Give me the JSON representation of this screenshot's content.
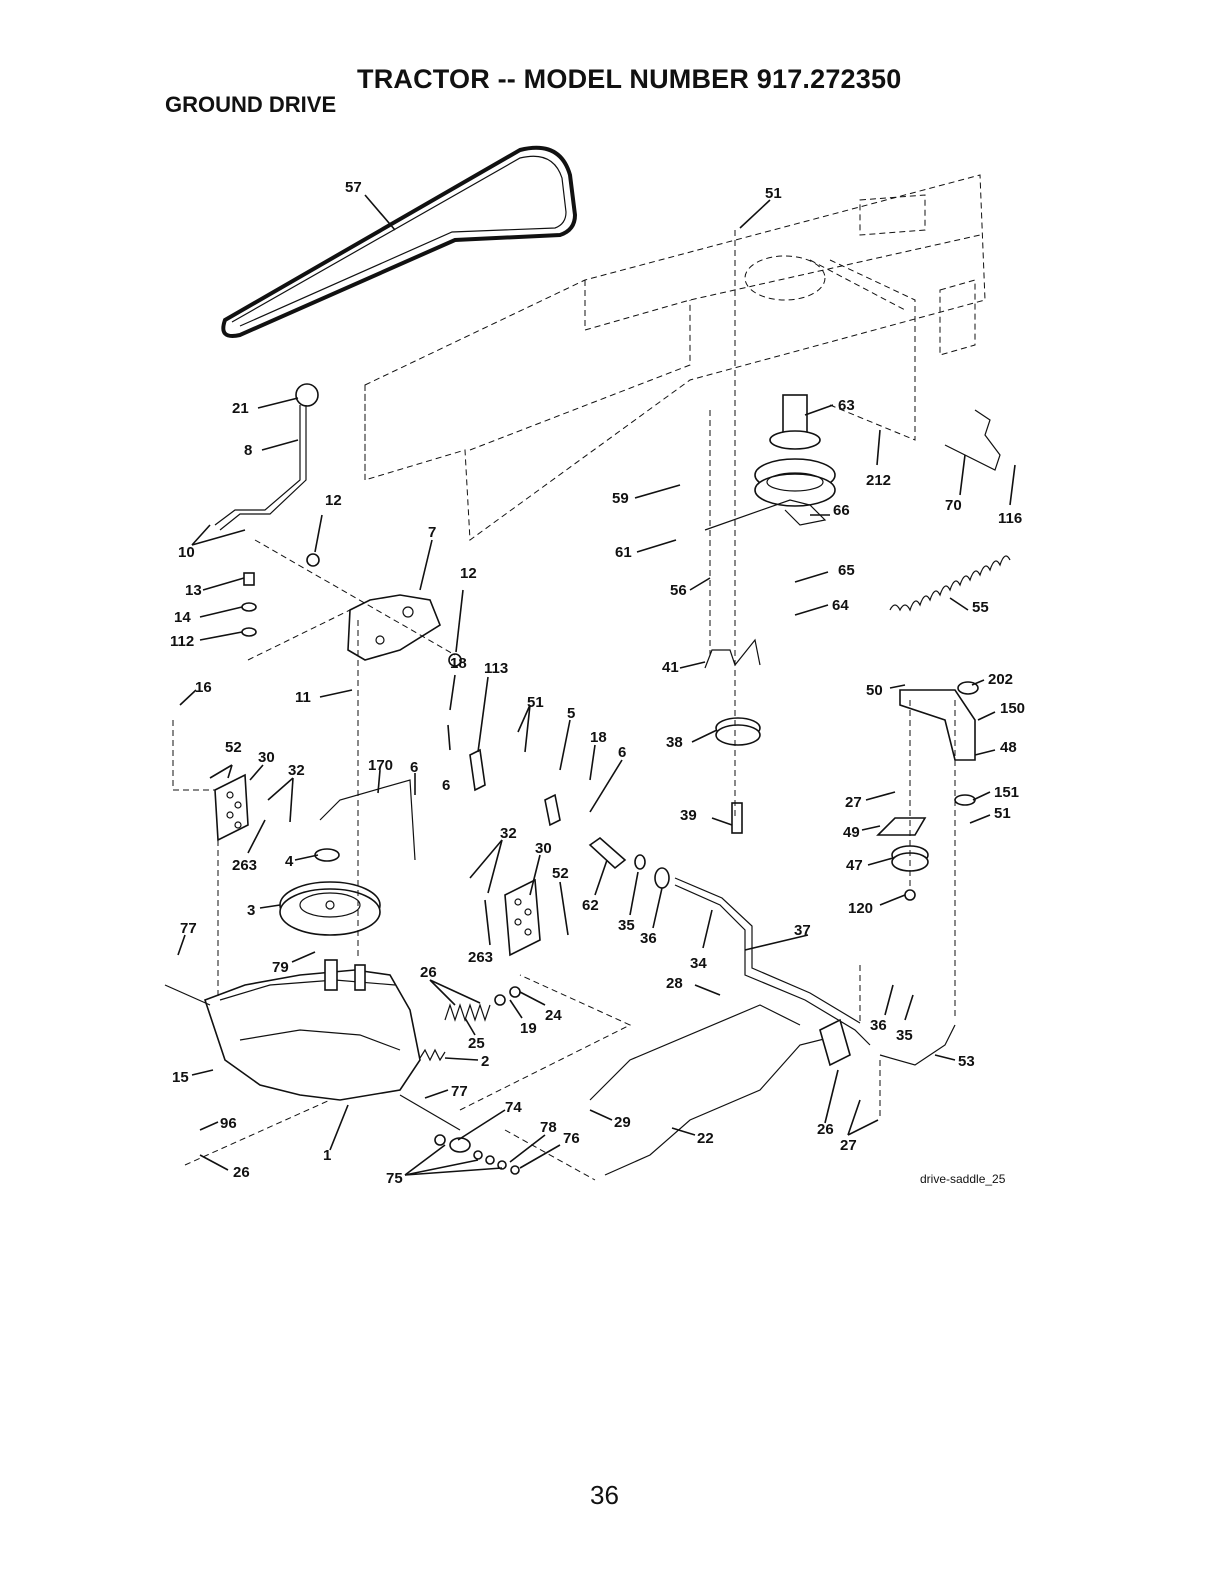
{
  "header": {
    "title": "TRACTOR -- MODEL NUMBER 917.272350",
    "subtitle": "GROUND DRIVE"
  },
  "diagram": {
    "callouts": [
      "57",
      "51",
      "63",
      "212",
      "70",
      "116",
      "21",
      "8",
      "12",
      "7",
      "12",
      "10",
      "59",
      "66",
      "61",
      "65",
      "55",
      "56",
      "64",
      "13",
      "14",
      "112",
      "18",
      "113",
      "41",
      "202",
      "50",
      "150",
      "16",
      "11",
      "51",
      "5",
      "18",
      "38",
      "48",
      "52",
      "30",
      "32",
      "170",
      "6",
      "6",
      "6",
      "151",
      "27",
      "51",
      "39",
      "49",
      "263",
      "4",
      "32",
      "30",
      "52",
      "62",
      "47",
      "35",
      "36",
      "120",
      "3",
      "77",
      "263",
      "34",
      "37",
      "79",
      "26",
      "28",
      "36",
      "35",
      "19",
      "24",
      "25",
      "2",
      "53",
      "15",
      "77",
      "74",
      "29",
      "96",
      "78",
      "76",
      "22",
      "26",
      "27",
      "1",
      "75",
      "26"
    ]
  },
  "footer": {
    "figure_id": "drive-saddle_25",
    "page_number": "36"
  }
}
